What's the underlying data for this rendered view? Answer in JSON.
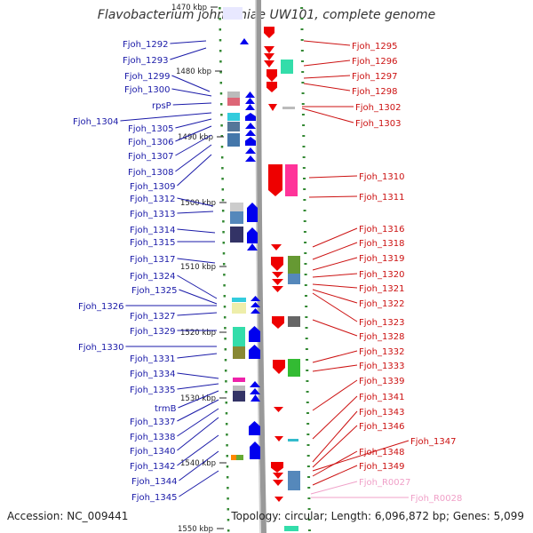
{
  "title": "Flavobacterium johnsoniae UW101, complete genome",
  "footer": {
    "accession": "Accession: NC_009441",
    "summary": "Topology: circular; Length: 6,096,872 bp; Genes: 5,099"
  },
  "colors": {
    "left_label": "#1a1aa8",
    "right_label": "#cc1111",
    "rna_label": "#f0a0c8",
    "minus_strand_arrow": "#0000ee",
    "plus_strand_arrow": "#ee0000",
    "tick": "#338833",
    "backbone": "#999999"
  },
  "kbp_marks": [
    "1470 kbp",
    "1480 kbp",
    "1490 kbp",
    "1500 kbp",
    "1510 kbp",
    "1520 kbp",
    "1530 kbp",
    "1540 kbp",
    "1550 kbp"
  ],
  "left_labels": [
    "Fjoh_1292",
    "Fjoh_1293",
    "Fjoh_1299",
    "Fjoh_1300",
    "rpsP",
    "Fjoh_1304",
    "Fjoh_1305",
    "Fjoh_1306",
    "Fjoh_1307",
    "Fjoh_1308",
    "Fjoh_1309",
    "Fjoh_1312",
    "Fjoh_1313",
    "Fjoh_1314",
    "Fjoh_1315",
    "Fjoh_1317",
    "Fjoh_1324",
    "Fjoh_1325",
    "Fjoh_1326",
    "Fjoh_1327",
    "Fjoh_1329",
    "Fjoh_1330",
    "Fjoh_1331",
    "Fjoh_1334",
    "Fjoh_1335",
    "trmB",
    "Fjoh_1337",
    "Fjoh_1338",
    "Fjoh_1340",
    "Fjoh_1342",
    "Fjoh_1344",
    "Fjoh_1345"
  ],
  "right_labels": [
    "Fjoh_1295",
    "Fjoh_1296",
    "Fjoh_1297",
    "Fjoh_1298",
    "Fjoh_1302",
    "Fjoh_1303",
    "Fjoh_1310",
    "Fjoh_1311",
    "Fjoh_1316",
    "Fjoh_1318",
    "Fjoh_1319",
    "Fjoh_1320",
    "Fjoh_1321",
    "Fjoh_1322",
    "Fjoh_1323",
    "Fjoh_1328",
    "Fjoh_1332",
    "Fjoh_1333",
    "Fjoh_1339",
    "Fjoh_1341",
    "Fjoh_1343",
    "Fjoh_1346",
    "Fjoh_1347",
    "Fjoh_1348",
    "Fjoh_1349",
    "Fjoh_R0027",
    "Fjoh_R0028"
  ]
}
